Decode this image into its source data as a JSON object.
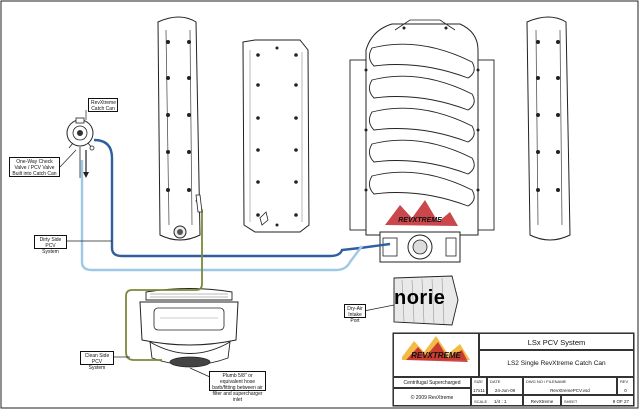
{
  "callouts": {
    "catch_can": "RevXtreme Catch Can",
    "check_valve": "One-Way Check Valve / PCV Valve Built into Catch Can",
    "dirty_side": "Dirty Side PCV System",
    "clean_side": "Clean Side PCV System",
    "plumb": "Plumb 5/8\" or equivalent hose barb/fitting between air filter and supercharger inlet",
    "dry_air": "Dry-Air Intake Port"
  },
  "title_block": {
    "system_title": "LSx PCV System",
    "subtitle": "LS2 Single RevXtreme Catch Can",
    "application": "Centrifugal Supercharged",
    "copyright": "© 2009 RevXtreme",
    "size_label": "SIZE",
    "size_value": "17x11",
    "date_label": "DATE",
    "date_value": "24-Jun-09",
    "dwg_label": "DWG NO / FILENAME",
    "dwg_value": "RevXtremePCV.vsd",
    "rev_label": "REV",
    "rev_value": "0",
    "scale_label": "SCALE",
    "scale_value": "1/4 : 1",
    "company": "RevXtreme",
    "sheet_label": "SHEET",
    "sheet_value": "9 OF 27"
  },
  "logo": {
    "text": "REVXTREME"
  },
  "manifold_logo": {
    "text": "REVXTREME"
  },
  "watermark": {
    "text": "norie"
  },
  "colors": {
    "dirty_line": "#2f5f9e",
    "light_line": "#9ec8e6",
    "clean_line": "#7a8a3a",
    "logo_red": "#c1272d",
    "logo_yellow": "#f2b233"
  }
}
